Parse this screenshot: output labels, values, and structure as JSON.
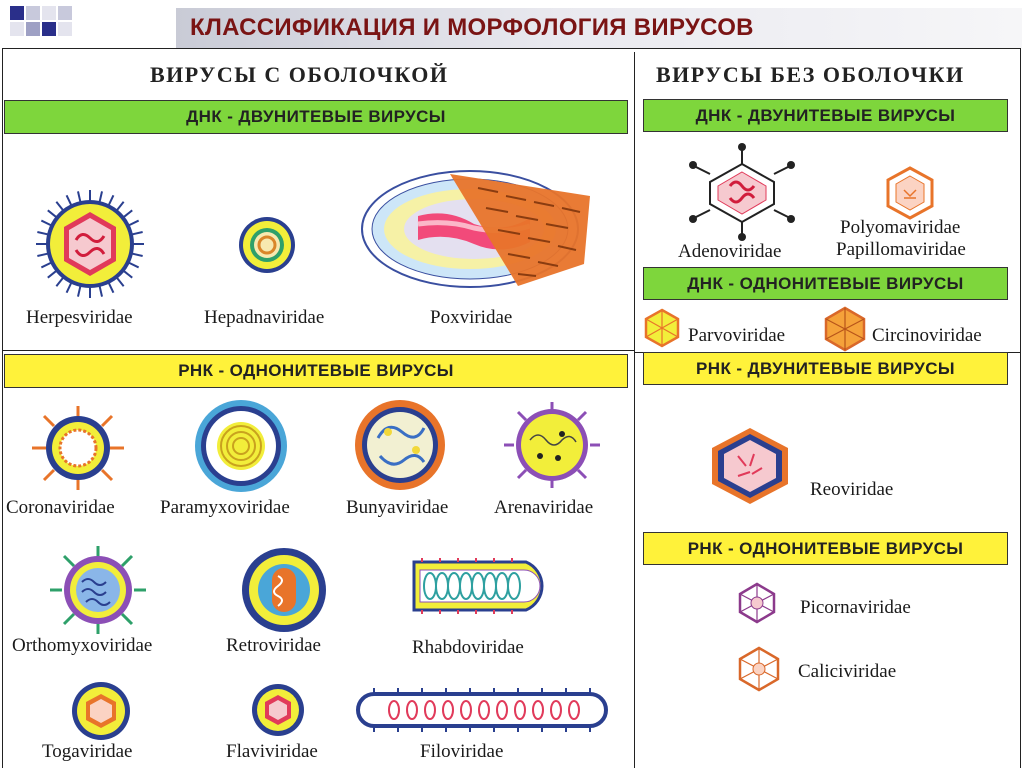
{
  "title": "КЛАССИФИКАЦИЯ И МОРФОЛОГИЯ ВИРУСОВ",
  "left_header": "ВИРУСЫ С ОБОЛОЧКОЙ",
  "right_header": "ВИРУСЫ БЕЗ ОБОЛОЧКИ",
  "bands": {
    "left_dna": "ДНК - ДВУНИТЕВЫЕ ВИРУСЫ",
    "left_rna": "РНК - ОДНОНИТЕВЫЕ ВИРУСЫ",
    "right_dna_ds": "ДНК - ДВУНИТЕВЫЕ ВИРУСЫ",
    "right_dna_ss": "ДНК - ОДНОНИТЕВЫЕ ВИРУСЫ",
    "right_rna_ds": "РНК - ДВУНИТЕВЫЕ ВИРУСЫ",
    "right_rna_ss": "РНК - ОДНОНИТЕВЫЕ ВИРУСЫ"
  },
  "viruses": {
    "herpes": "Herpesviridae",
    "hepadna": "Hepadnaviridae",
    "pox": "Poxviridae",
    "corona": "Coronaviridae",
    "paramyxo": "Paramyxoviridae",
    "bunya": "Bunyaviridae",
    "arena": "Arenaviridae",
    "orthomyxo": "Orthomyxoviridae",
    "retro": "Retroviridae",
    "rhabdo": "Rhabdoviridae",
    "toga": "Togaviridae",
    "flavi": "Flaviviridae",
    "filo": "Filoviridae",
    "adeno": "Adenoviridae",
    "polyoma": "Polyomaviridae",
    "papilloma": "Papillomaviridae",
    "parvo": "Parvoviridae",
    "circino": "Circinoviridae",
    "reo": "Reoviridae",
    "picorna": "Picornaviridae",
    "calici": "Caliciviridae"
  },
  "colors": {
    "title": "#7a1414",
    "band_green": "#7ed63c",
    "band_yellow": "#fff23a",
    "envelope_blue": "#2a3f8f",
    "capsid_orange": "#e8742a"
  }
}
